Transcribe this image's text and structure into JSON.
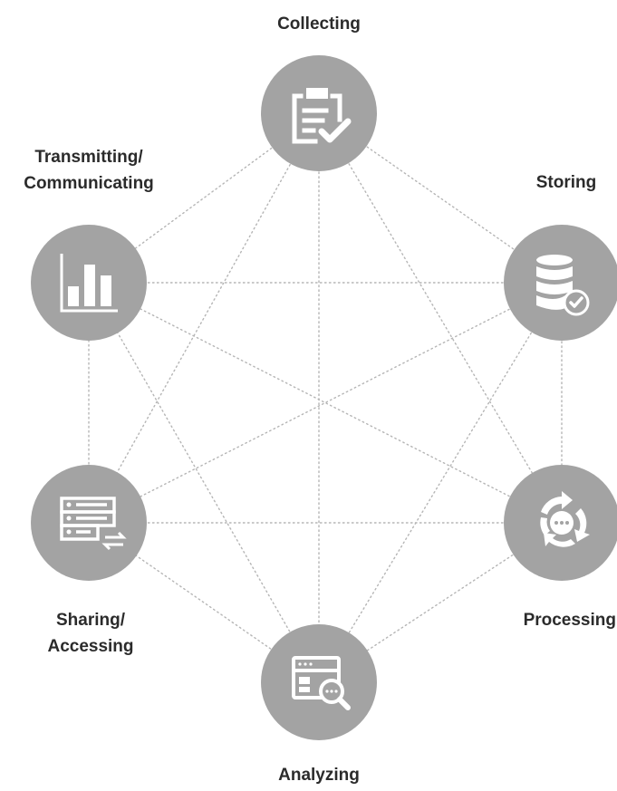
{
  "colors": {
    "node_fill": "#a3a3a3",
    "icon_stroke": "#ffffff",
    "connector": "#b5b5b5",
    "label": "#2b2b2b",
    "background": "#ffffff"
  },
  "nodes": {
    "collecting": {
      "label": "Collecting",
      "icon": "clipboard-check-icon"
    },
    "storing": {
      "label": "Storing",
      "icon": "database-check-icon"
    },
    "processing": {
      "label": "Processing",
      "icon": "cycle-arrows-icon"
    },
    "analyzing": {
      "label": "Analyzing",
      "icon": "browser-search-icon"
    },
    "sharing": {
      "label_line1": "Sharing/",
      "label_line2": "Accessing",
      "icon": "list-exchange-icon"
    },
    "transmitting": {
      "label_line1": "Transmitting/",
      "label_line2": "Communicating",
      "icon": "bar-chart-icon"
    }
  }
}
